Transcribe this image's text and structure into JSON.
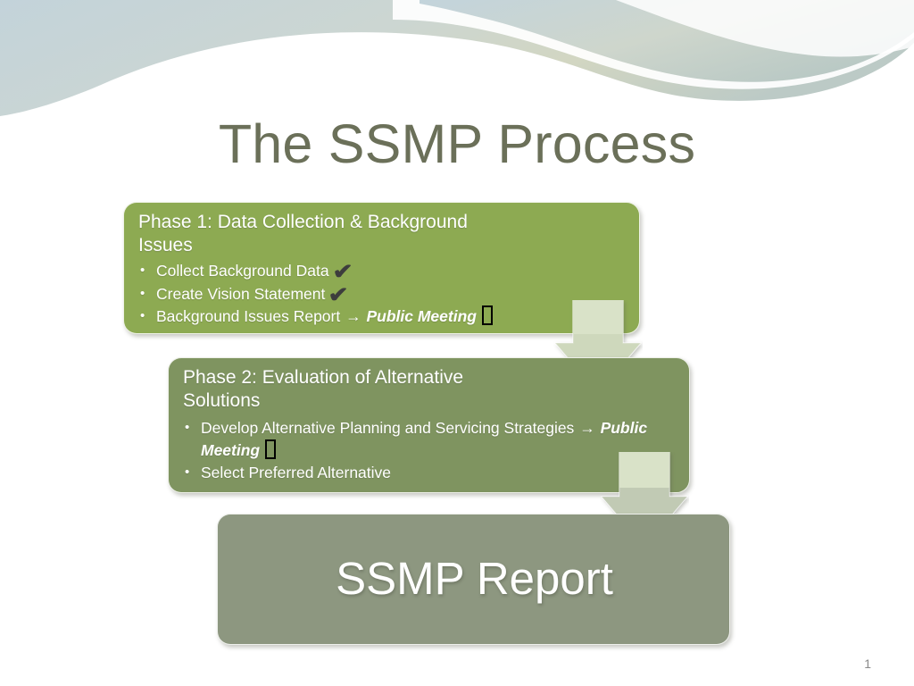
{
  "slide": {
    "title": "The SSMP Process",
    "page_number": "1",
    "colors": {
      "title_text": "#6b7059",
      "phase1_fill": "#8daa52",
      "phase2_fill": "#7f9460",
      "report_fill": "#8d9780",
      "arrow_fill": "#d5dfc2",
      "arrow_shaft_shade": "#b9c3ac",
      "wave_blue": "#c3d3da",
      "wave_green": "#cfd6be",
      "check_mark": "#3d3d3d",
      "tofu_outline": "#000000"
    }
  },
  "phase1": {
    "heading": "Phase 1: Data Collection & Background Issues",
    "bullets": [
      {
        "text": "Collect Background Data",
        "check": "✔",
        "has_check": true,
        "has_tofu": false
      },
      {
        "text": "Create Vision Statement",
        "check": "✔",
        "has_check": true,
        "has_tofu": false
      },
      {
        "text": "Background Issues Report",
        "arrow": "→",
        "emphasis": "Public Meeting",
        "has_check": false,
        "has_tofu": true
      }
    ]
  },
  "phase2": {
    "heading": "Phase 2: Evaluation of Alternative Solutions",
    "bullets": [
      {
        "text": "Develop Alternative Planning and Servicing Strategies",
        "arrow": "→",
        "emphasis": "Public Meeting",
        "has_check": false,
        "has_tofu": true
      },
      {
        "text": "Select Preferred Alternative",
        "has_check": false,
        "has_tofu": false
      }
    ]
  },
  "report": {
    "label": "SSMP Report"
  },
  "connectors": [
    {
      "name": "phase1-to-phase2",
      "direction": "down"
    },
    {
      "name": "phase2-to-report",
      "direction": "down"
    }
  ]
}
